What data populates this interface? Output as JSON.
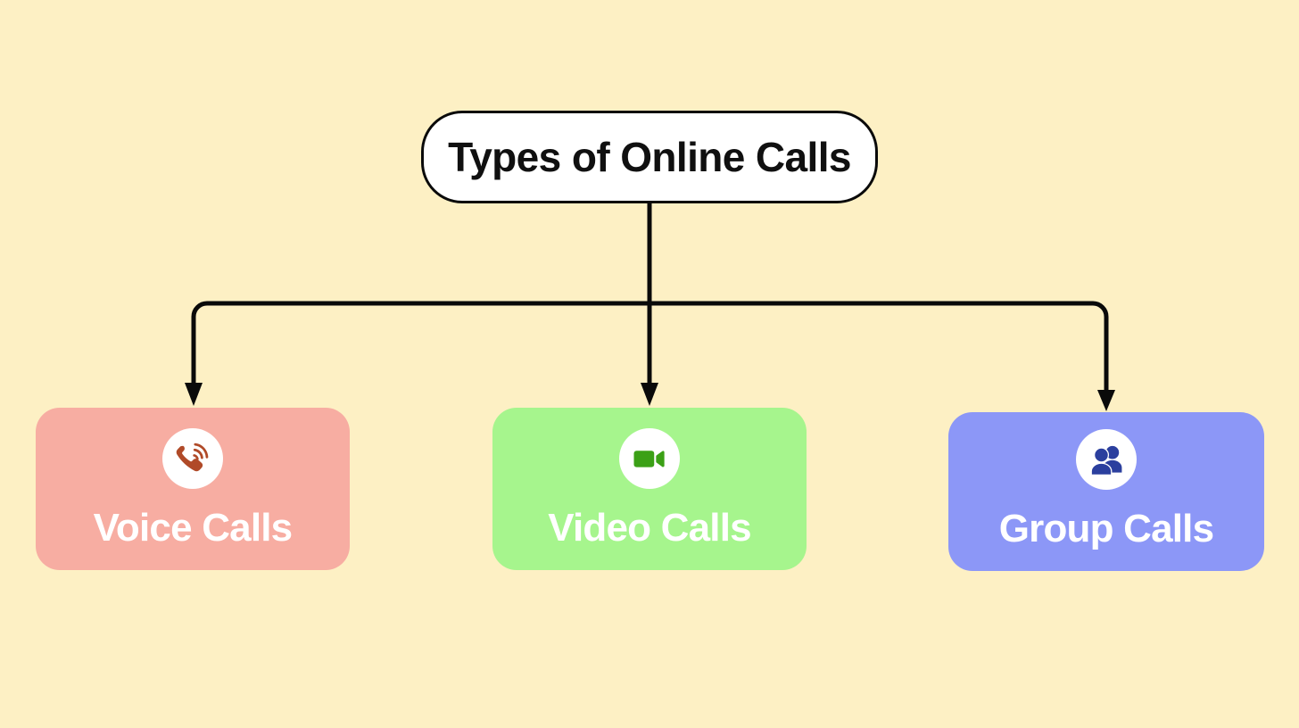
{
  "diagram": {
    "type": "hierarchy-tree",
    "background_color": "#fdf0c4",
    "root": {
      "title": "Types of Online Calls",
      "fill_color": "#ffffff",
      "border_color": "#0a0a0a",
      "text_color": "#101010"
    },
    "connector_color": "#0a0a0a",
    "children": [
      {
        "label": "Voice Calls",
        "card_color": "#f7ada2",
        "icon_circle_color": "#ffffff",
        "icon_color": "#b04a28",
        "icon_name": "phone-call-waves-icon",
        "text_color": "#ffffff"
      },
      {
        "label": "Video Calls",
        "card_color": "#a6f58d",
        "icon_circle_color": "#ffffff",
        "icon_color": "#3ba016",
        "icon_name": "video-camera-icon",
        "text_color": "#ffffff"
      },
      {
        "label": "Group Calls",
        "card_color": "#8c97f7",
        "icon_circle_color": "#ffffff",
        "icon_color": "#2b3f9e",
        "icon_name": "people-group-icon",
        "text_color": "#ffffff"
      }
    ]
  }
}
